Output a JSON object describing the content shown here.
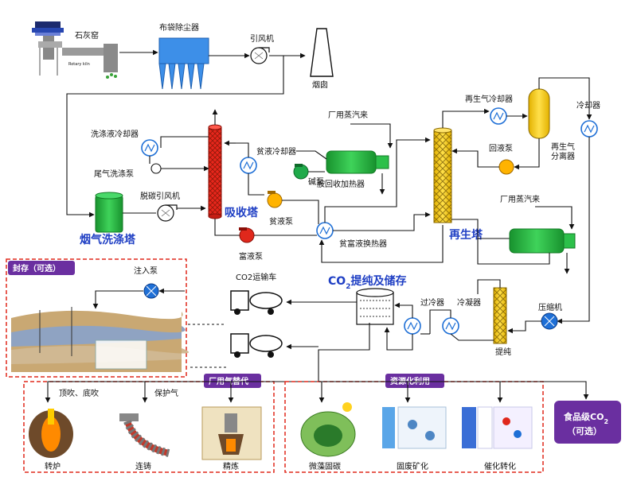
{
  "labels": {
    "lime_kiln": "石灰窑",
    "bag_filter": "布袋除尘器",
    "induced_fan": "引风机",
    "chimney": "烟囱",
    "scrub_cooler": "洗涤液冷却器",
    "tail_pump": "尾气洗涤泵",
    "decarb_fan": "脱碳引风机",
    "flue_scrubber": "烟气洗涤塔",
    "absorber": "吸收塔",
    "lean_cooler": "贫液冷却器",
    "alkali_pump": "碱泵",
    "lean_pump": "贫液泵",
    "rich_pump": "富液泵",
    "lean_rich_hx": "贫富液换热器",
    "plant_steam_1": "厂用蒸汽来",
    "amine_heater": "胺回收加热器",
    "regen_cooler": "再生气冷却器",
    "reflux_pump": "回液泵",
    "regen_sep_1": "再生气",
    "regen_sep_2": "分离器",
    "cooler": "冷却器",
    "plant_steam_2": "厂用蒸汽来",
    "regenerator": "再生塔",
    "compressor": "压缩机",
    "purify": "提纯",
    "aftercooler": "过冷器",
    "condenser": "冷凝器",
    "co2_title_pre": "CO",
    "co2_title_sub": "2",
    "co2_title_post": "提纯及储存",
    "truck": "CO2运输车",
    "storage_badge": "封存（可选）",
    "inject_pump": "注入泵",
    "gas_sub_badge": "厂用气替代",
    "top_bottom_blow": "顶吹、底吹",
    "shield_gas": "保护气",
    "converter": "转炉",
    "casting": "连铸",
    "refining": "精炼",
    "resource_badge": "资源化利用",
    "algae": "微藻固碳",
    "solid_waste": "固废矿化",
    "catalysis": "催化转化",
    "food_grade_pre": "食品级CO",
    "food_grade_sub": "2",
    "food_grade_opt": "（可选）"
  },
  "colors": {
    "absorber": "#e8261c",
    "regenerator": "#ffd21f",
    "scrubber_tower": "#3fbf3f",
    "pump_blue": "#1e6fd6",
    "pump_orange": "#ffb300",
    "pump_red": "#e0281c",
    "pump_green": "#1faa4a",
    "heater_green": "#21b53b",
    "badge_purple": "#6a2fa0",
    "dashed_red": "#e0281c",
    "big_blue_text": "#1f3fc4"
  }
}
